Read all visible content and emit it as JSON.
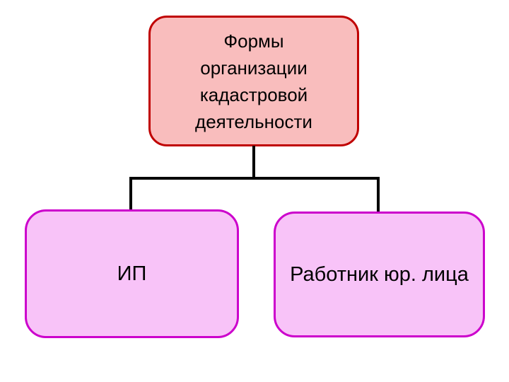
{
  "diagram": {
    "title_node": {
      "label": "Формы организации кадастровой деятельности"
    },
    "child_nodes": [
      {
        "label": "ИП"
      },
      {
        "label": "Работник юр. лица"
      }
    ],
    "colors": {
      "background": "#ffffff",
      "root_fill": "#f9bdbd",
      "root_border": "#c00000",
      "child_fill": "#f8c3f8",
      "child_border": "#cc00cc",
      "connector": "#000000",
      "text": "#000000"
    }
  }
}
